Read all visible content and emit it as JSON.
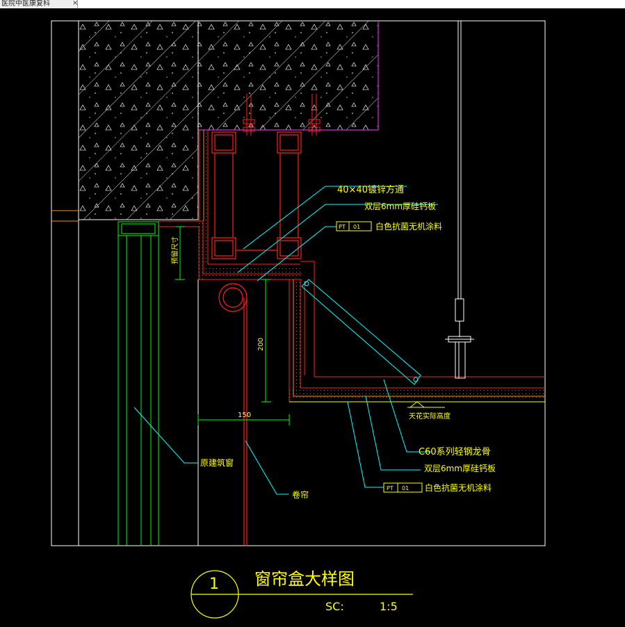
{
  "tab": {
    "title": "医院中医康复科",
    "close_glyph": "×"
  },
  "drawing": {
    "title": "窗帘盒大样图",
    "detail_number": "1",
    "scale_label": "SC:",
    "scale_value": "1:5",
    "dim_vertical_side": "预留尺寸",
    "dim_vertical_200": "200",
    "dim_horizontal_150": "150",
    "ceiling_level": "天花实际高度",
    "annotations": {
      "steel_tube": "40×40镀锌方通",
      "silicate_board_top": "双层6mm厚硅钙板",
      "tag_code_a": "PT",
      "tag_num_a": "01",
      "coating_top": "白色抗菌无机涂料",
      "keel": "C60系列轻钢龙骨",
      "silicate_board_bottom": "双层6mm厚硅钙板",
      "tag_code_b": "PT",
      "tag_num_b": "01",
      "coating_bottom": "白色抗菌无机涂料",
      "original_window": "原建筑窗",
      "roller_blind": "卷帘"
    }
  },
  "colors": {
    "background": "#000000",
    "frame": "#ffffff",
    "annotation_text": "#ffff00",
    "leader": "#00ffff",
    "red": "#ff2020",
    "green": "#00ff00",
    "magenta": "#cc33cc",
    "orange": "#ff8c1a"
  }
}
